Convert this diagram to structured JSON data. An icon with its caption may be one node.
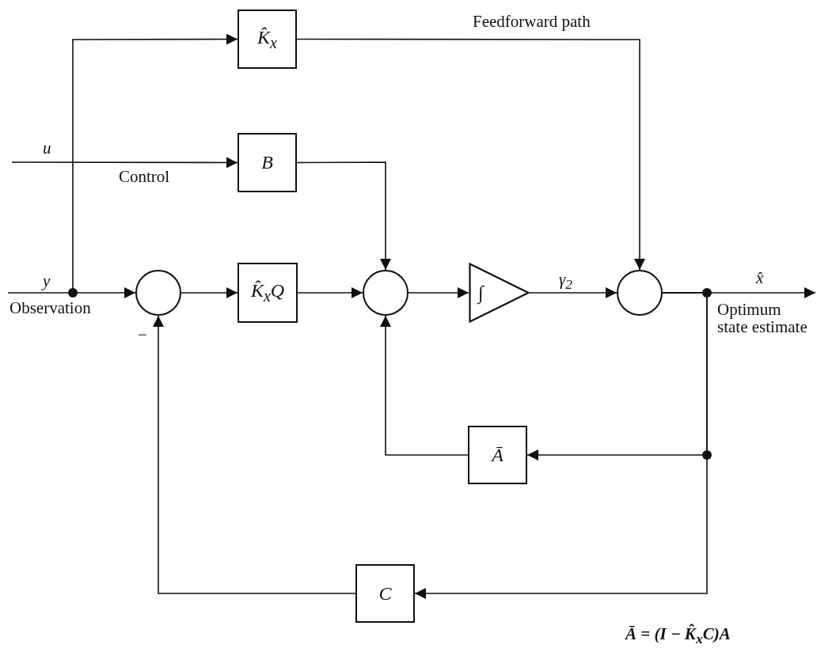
{
  "diagram": {
    "nodes": [
      {
        "text": [
          "K̂$_{x}$"
        ]
      },
      {
        "text": [
          "B"
        ]
      },
      {
        "text": [],
        "shape": "circle"
      },
      {
        "text": [
          "K̂$_{x}$Q"
        ]
      },
      {
        "text": [],
        "shape": "circle"
      },
      {
        "text": [
          "∫"
        ]
      },
      {
        "text": [],
        "shape": "circle"
      },
      {
        "text": [
          "Ā"
        ]
      },
      {
        "text": [
          "C"
        ]
      },
      {
        "text": [
          "Observation"
        ]
      },
      {
        "text": [
          "Optimum state estimate"
        ]
      }
    ],
    "edges": [
      {
        "from": 9,
        "to": 2,
        "arrow": "to",
        "label": "y"
      },
      {
        "from": 9,
        "to": 0,
        "arrow": "to"
      },
      {
        "from": null,
        "to": 1,
        "arrow": "to",
        "label": "u"
      },
      {
        "from": 0,
        "to": 6,
        "arrow": "to",
        "label": "Feedforward path"
      },
      {
        "from": 1,
        "to": 4,
        "arrow": "to"
      },
      {
        "from": 2,
        "to": 3,
        "arrow": "to"
      },
      {
        "from": 3,
        "to": 4,
        "arrow": "to"
      },
      {
        "from": 4,
        "to": 5,
        "arrow": "to"
      },
      {
        "from": 5,
        "to": 6,
        "arrow": "to",
        "label": "γ$_{2}$"
      },
      {
        "from": 6,
        "to": 10,
        "arrow": "to",
        "label": "x̂"
      },
      {
        "from": 6,
        "to": 7,
        "arrow": "to"
      },
      {
        "from": 6,
        "to": 8,
        "arrow": "to"
      },
      {
        "from": 7,
        "to": 4,
        "arrow": "to"
      },
      {
        "from": 8,
        "to": 2,
        "arrow": "to"
      }
    ],
    "labels": [
      "Control",
      "−",
      "Ā = (I − K̂$_{x}$C)A"
    ]
  }
}
